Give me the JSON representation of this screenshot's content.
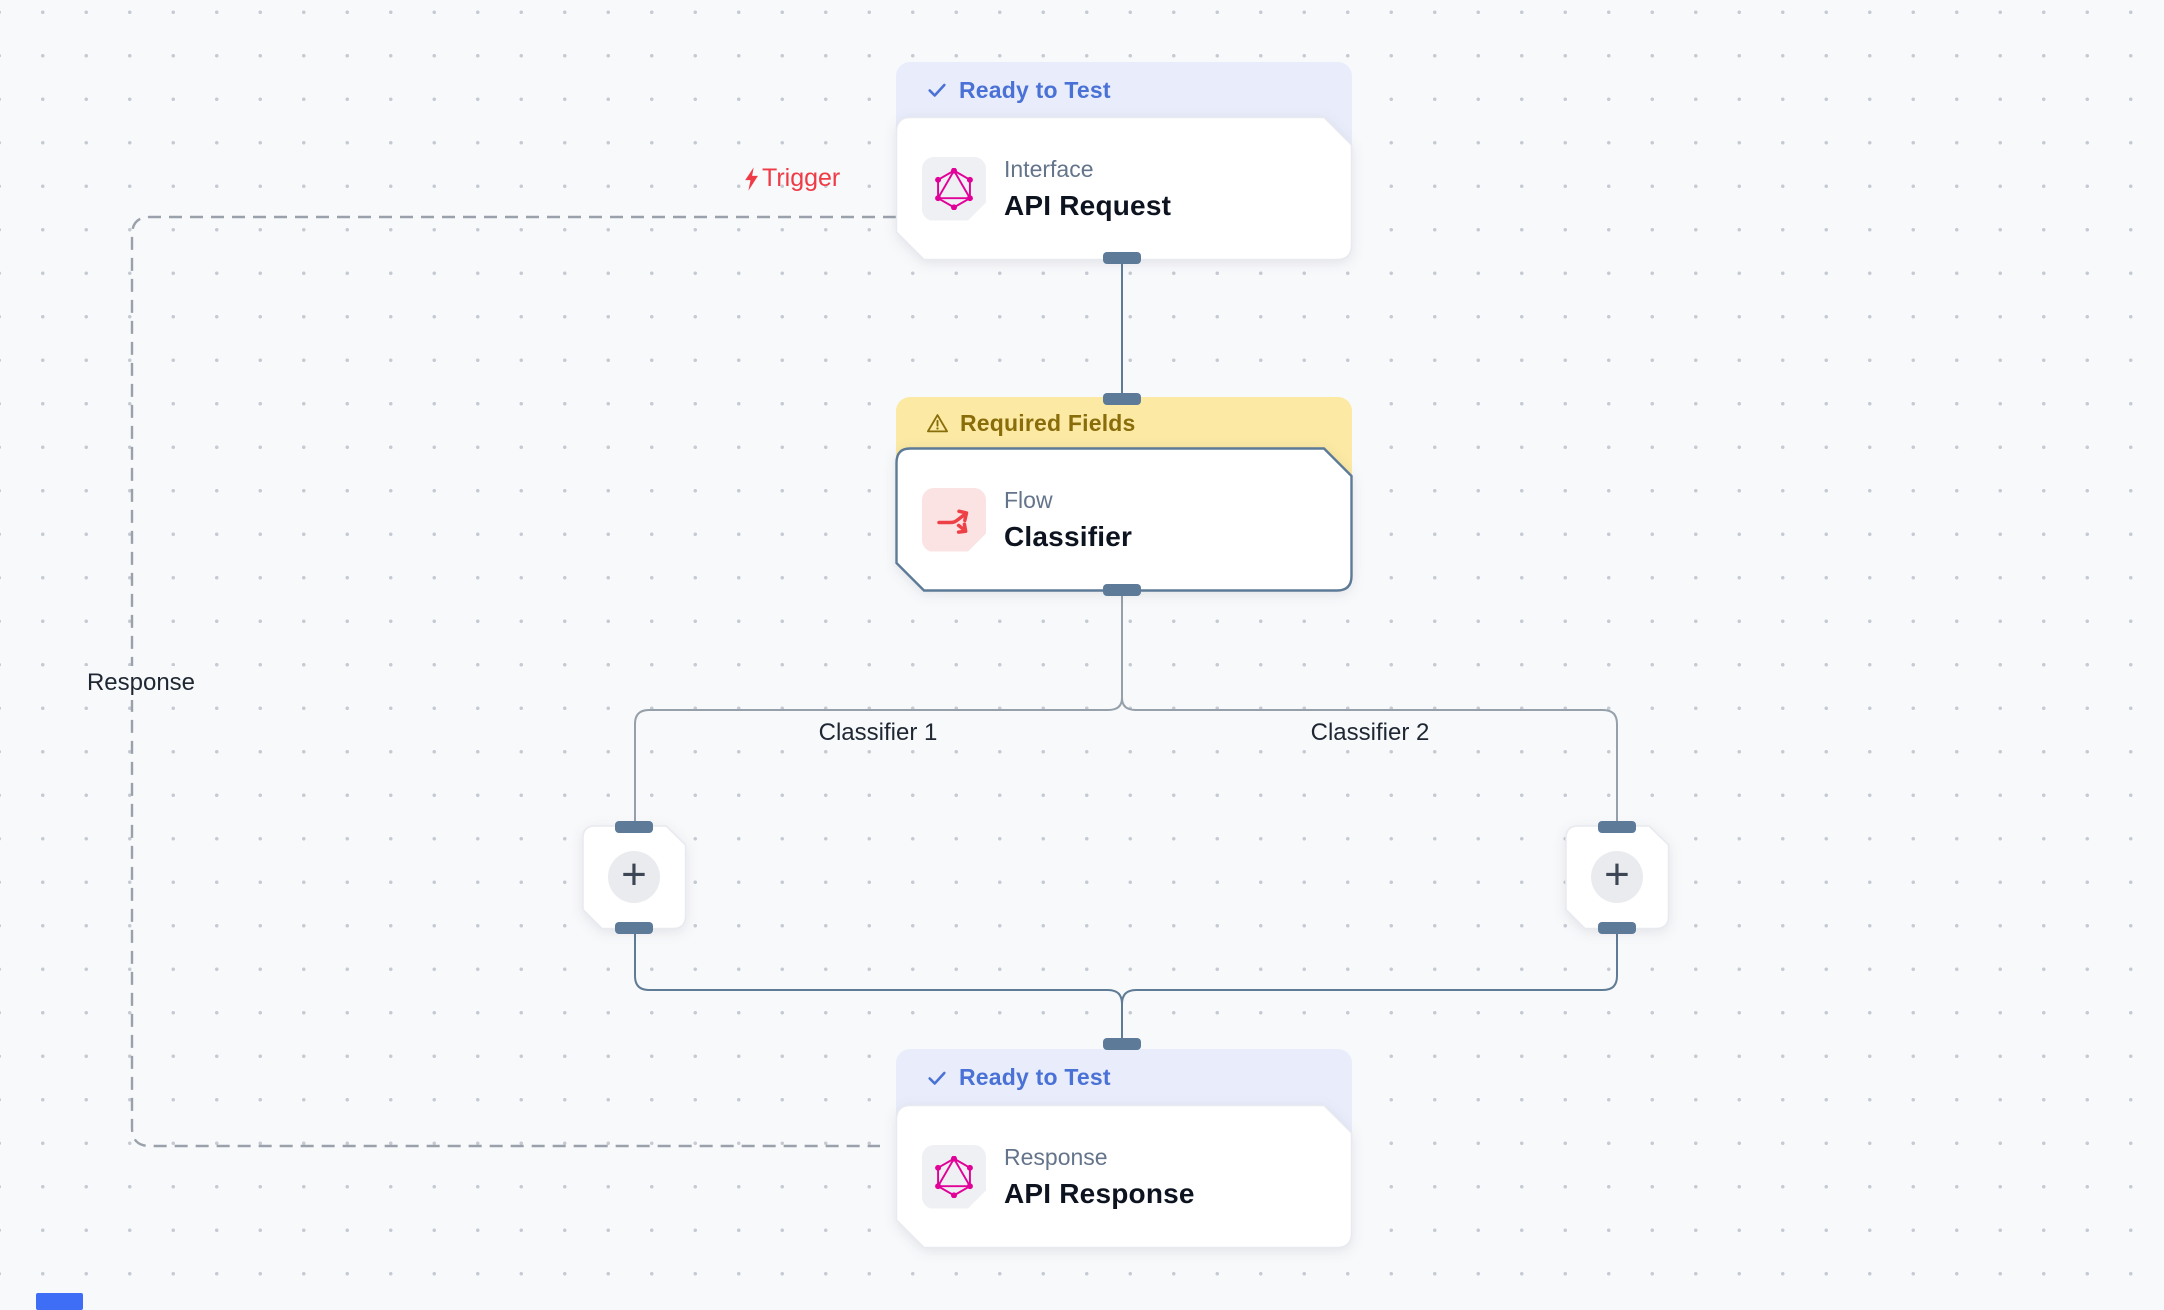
{
  "canvas": {
    "background": "#f8f9fb",
    "dot_color": "#c6cad2"
  },
  "labels": {
    "trigger": "Trigger",
    "response": "Response",
    "branch_left": "Classifier 1",
    "branch_right": "Classifier 2"
  },
  "nodes": {
    "api_request": {
      "status": "Ready to Test",
      "kind": "Interface",
      "title": "API Request",
      "icon": "graphql-icon"
    },
    "classifier": {
      "status": "Required Fields",
      "kind": "Flow",
      "title": "Classifier",
      "icon": "branch-split-icon"
    },
    "add_step_left": {
      "label": "+",
      "icon": "plus-icon"
    },
    "add_step_right": {
      "label": "+",
      "icon": "plus-icon"
    },
    "api_response": {
      "status": "Ready to Test",
      "kind": "Response",
      "title": "API Response",
      "icon": "graphql-icon"
    }
  },
  "colors": {
    "status_ok_text": "#4a71d5",
    "status_ok_bg": "#e9edfb",
    "status_warn_text": "#8a6d0b",
    "status_warn_bg": "#fbe9a4",
    "trigger_red": "#ef3b45",
    "graphql_pink": "#e10098",
    "flow_icon_red": "#ee4147",
    "edge_slate": "#5f7b96",
    "edge_gray": "#96a0ab",
    "handle": "#5d7b99"
  }
}
